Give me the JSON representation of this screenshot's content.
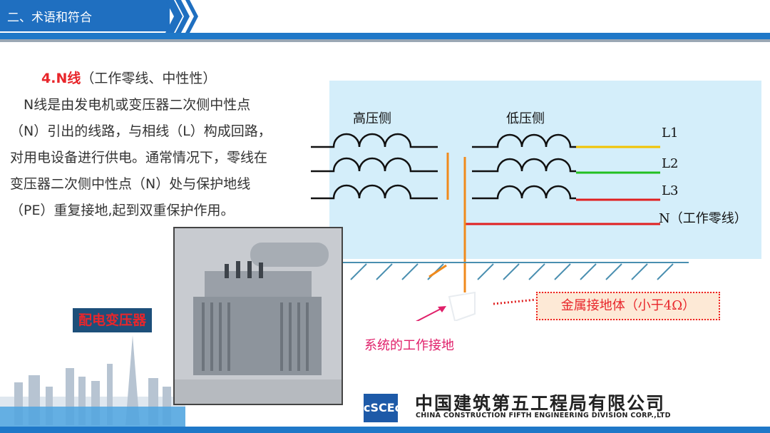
{
  "header": {
    "section_title": "二、术语和符合"
  },
  "text_block": {
    "heading_strong": "4.N线",
    "heading_rest": "（工作零线、中性性）",
    "lines": [
      "　N线是由发电机或变压器二次侧中性点",
      "（N）引出的线路，与相线（L）构成回路，",
      "对用电设备进行供电。通常情况下，零线在",
      "变压器二次侧中性点（N）处与保护地线",
      "（PE）重复接地,起到双重保护作用。"
    ]
  },
  "diagram": {
    "high_side": "高压侧",
    "low_side": "低压侧",
    "lines": [
      {
        "label": "L1",
        "color": "#f2c300"
      },
      {
        "label": "L2",
        "color": "#22c020"
      },
      {
        "label": "L3",
        "color": "#e02020"
      },
      {
        "label": "N（工作零线）",
        "color": "#e02020"
      }
    ],
    "metal_ground": "金属接地体（小于4Ω）",
    "work_ground": "系统的工作接地",
    "colors": {
      "panel": "#d4eefa",
      "neutral": "#f08a1c",
      "ground": "#4a8fb0",
      "arrow": "#e0206a"
    }
  },
  "photo": {
    "label": "配电变压器"
  },
  "footer": {
    "logo_text": "cSCEc",
    "company_cn": "中国建筑第五工程局有限公司",
    "company_en": "CHINA CONSTRUCTION FIFTH ENGINEERING DIVISION CORP.,LTD"
  }
}
